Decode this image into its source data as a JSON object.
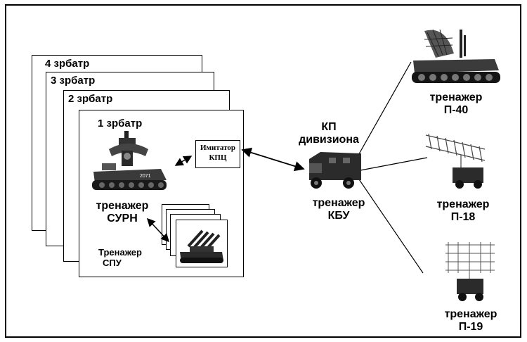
{
  "batteries": [
    {
      "label": "4 зрбатр"
    },
    {
      "label": "3 зрбатр"
    },
    {
      "label": "2 зрбатр"
    },
    {
      "label": "1 зрбатр"
    }
  ],
  "imitator": {
    "line1": "Имитатор",
    "line2": "КПЦ"
  },
  "surn": {
    "line1": "тренажер",
    "line2": "СУРН"
  },
  "spu": {
    "line1": "Тренажер",
    "line2": "СПУ"
  },
  "kp": {
    "line1": "КП",
    "line2": "дивизиона"
  },
  "kbu": {
    "line1": "тренажер",
    "line2": "КБУ"
  },
  "radars": [
    {
      "line1": "тренажер",
      "line2": "П-40"
    },
    {
      "line1": "тренажер",
      "line2": "П-18"
    },
    {
      "line1": "тренажер",
      "line2": "П-19"
    }
  ],
  "vehicle_plate": "2071"
}
